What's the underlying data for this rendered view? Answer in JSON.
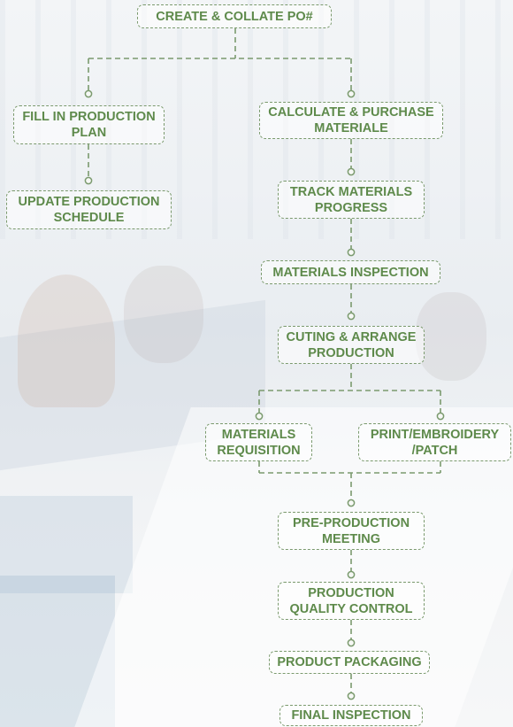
{
  "style": {
    "line_color": "#7b9a6e",
    "text_color": "#5e8a4b",
    "node_border": "#7b9a6e",
    "background_hint": "faded garment factory photo"
  },
  "nodes": [
    {
      "id": "create-collate-po",
      "label": "CREATE & COLLATE PO#"
    },
    {
      "id": "fill-production-plan",
      "label": "FILL IN PRODUCTION\nPLAN"
    },
    {
      "id": "calculate-purchase",
      "label": "CALCULATE & PURCHASE\nMATERIALE"
    },
    {
      "id": "update-production-schedule",
      "label": "UPDATE PRODUCTION\nSCHEDULE"
    },
    {
      "id": "track-materials",
      "label": "TRACK MATERIALS\nPROGRESS"
    },
    {
      "id": "materials-inspection",
      "label": "MATERIALS INSPECTION"
    },
    {
      "id": "cutting-arrange",
      "label": "CUTING & ARRANGE\nPRODUCTION"
    },
    {
      "id": "materials-requisition",
      "label": "MATERIALS\nREQUISITION"
    },
    {
      "id": "print-embroidery",
      "label": "PRINT/EMBROIDERY\n/PATCH"
    },
    {
      "id": "pre-production-meeting",
      "label": "PRE-PRODUCTION\nMEETING"
    },
    {
      "id": "production-qc",
      "label": "PRODUCTION\nQUALITY CONTROL"
    },
    {
      "id": "product-packaging",
      "label": "PRODUCT PACKAGING"
    },
    {
      "id": "final-inspection",
      "label": "FINAL INSPECTION"
    }
  ],
  "edges": [
    {
      "from": "create-collate-po",
      "to": "fill-production-plan"
    },
    {
      "from": "create-collate-po",
      "to": "calculate-purchase"
    },
    {
      "from": "fill-production-plan",
      "to": "update-production-schedule"
    },
    {
      "from": "calculate-purchase",
      "to": "track-materials"
    },
    {
      "from": "track-materials",
      "to": "materials-inspection"
    },
    {
      "from": "materials-inspection",
      "to": "cutting-arrange"
    },
    {
      "from": "cutting-arrange",
      "to": "materials-requisition"
    },
    {
      "from": "cutting-arrange",
      "to": "print-embroidery"
    },
    {
      "from": "materials-requisition",
      "to": "pre-production-meeting"
    },
    {
      "from": "print-embroidery",
      "to": "pre-production-meeting"
    },
    {
      "from": "pre-production-meeting",
      "to": "production-qc"
    },
    {
      "from": "production-qc",
      "to": "product-packaging"
    },
    {
      "from": "product-packaging",
      "to": "final-inspection"
    }
  ]
}
